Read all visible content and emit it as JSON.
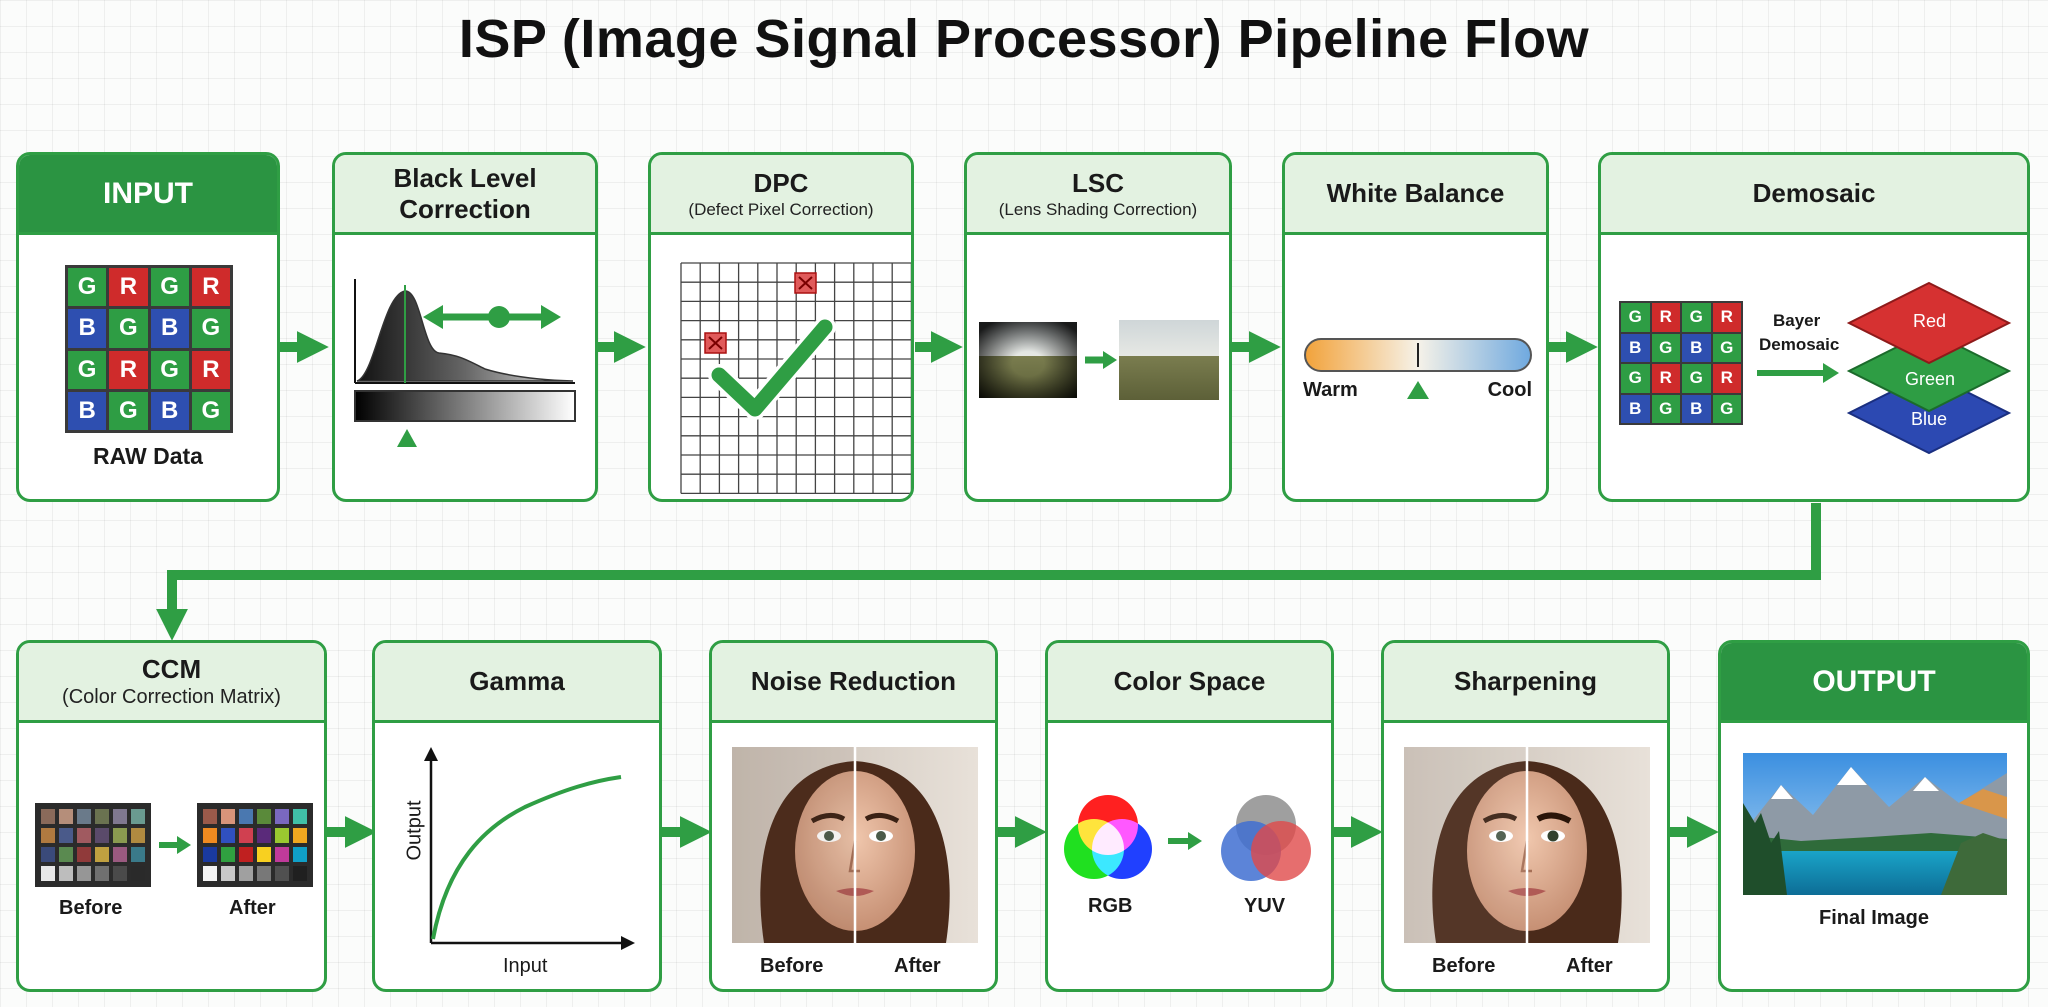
{
  "title": "ISP (Image Signal Processor) Pipeline Flow",
  "colors": {
    "accent": "#2f9e44",
    "header_fill": "#e3f2e1",
    "header_dark": "#2b9442",
    "red": "#cf2b2b",
    "green": "#2e9d44",
    "blue": "#2e4fb0"
  },
  "stages": {
    "input": {
      "title": "INPUT",
      "caption": "RAW Data",
      "bayer": [
        "G",
        "R",
        "G",
        "R",
        "B",
        "G",
        "B",
        "G",
        "G",
        "R",
        "G",
        "R",
        "B",
        "G",
        "B",
        "G"
      ]
    },
    "blc": {
      "title": "Black Level",
      "title2": "Correction"
    },
    "dpc": {
      "title": "DPC",
      "subtitle": "(Defect Pixel Correction)"
    },
    "lsc": {
      "title": "LSC",
      "subtitle": "(Lens Shading Correction)"
    },
    "wb": {
      "title": "White Balance",
      "warm": "Warm",
      "cool": "Cool"
    },
    "demosaic": {
      "title": "Demosaic",
      "label1": "Bayer",
      "label2": "Demosaic",
      "red": "Red",
      "green": "Green",
      "blue": "Blue"
    },
    "ccm": {
      "title": "CCM",
      "subtitle": "(Color Correction Matrix)",
      "before": "Before",
      "after": "After"
    },
    "gamma": {
      "title": "Gamma",
      "ylabel": "Output",
      "xlabel": "Input"
    },
    "nr": {
      "title": "Noise Reduction",
      "before": "Before",
      "after": "After"
    },
    "cs": {
      "title": "Color Space",
      "from": "RGB",
      "to": "YUV"
    },
    "sharp": {
      "title": "Sharpening",
      "before": "Before",
      "after": "After"
    },
    "output": {
      "title": "OUTPUT",
      "caption": "Final Image"
    }
  },
  "icons": [
    "arrow-right-icon",
    "histogram-icon",
    "checkmark-icon",
    "defect-pixel-icon",
    "face-photo-icon",
    "landscape-photo-icon"
  ]
}
